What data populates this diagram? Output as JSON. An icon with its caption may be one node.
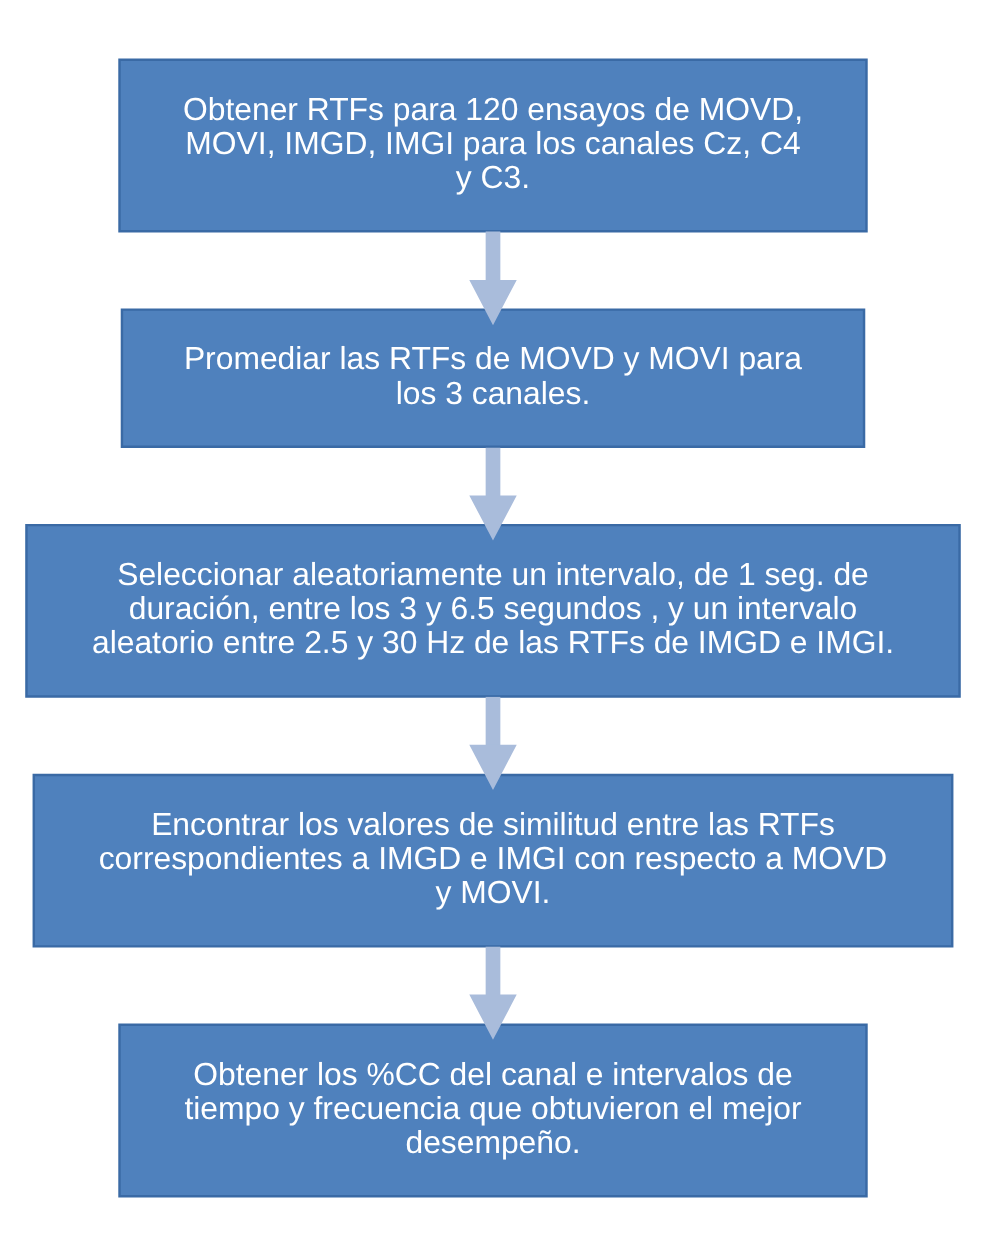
{
  "diagram": {
    "nodes": [
      {
        "text": [
          "Obtener RTFs para 120 ensayos de MOVD, MOVI, IMGD, IMGI para los canales Cz, C4 y C3."
        ]
      },
      {
        "text": [
          "Promediar las RTFs de MOVD y MOVI para los 3 canales."
        ]
      },
      {
        "text": [
          "Seleccionar aleatoriamente un intervalo, de 1 seg. de duración, entre los 3 y 6.5 segundos , y un intervalo aleatorio entre 2.5 y 30 Hz de las RTFs de IMGD e IMGI."
        ]
      },
      {
        "text": [
          "Encontrar los valores de similitud entre las RTFs correspondientes a IMGD e IMGI con respecto a MOVD y MOVI."
        ]
      },
      {
        "text": [
          "Obtener los %CC del canal e intervalos de tiempo y frecuencia que obtuvieron el mejor desempeño."
        ]
      }
    ],
    "edges": [
      {
        "from": 0,
        "to": 1,
        "arrow": "to"
      },
      {
        "from": 1,
        "to": 2,
        "arrow": "to"
      },
      {
        "from": 2,
        "to": 3,
        "arrow": "to"
      },
      {
        "from": 3,
        "to": 4,
        "arrow": "to"
      }
    ]
  }
}
